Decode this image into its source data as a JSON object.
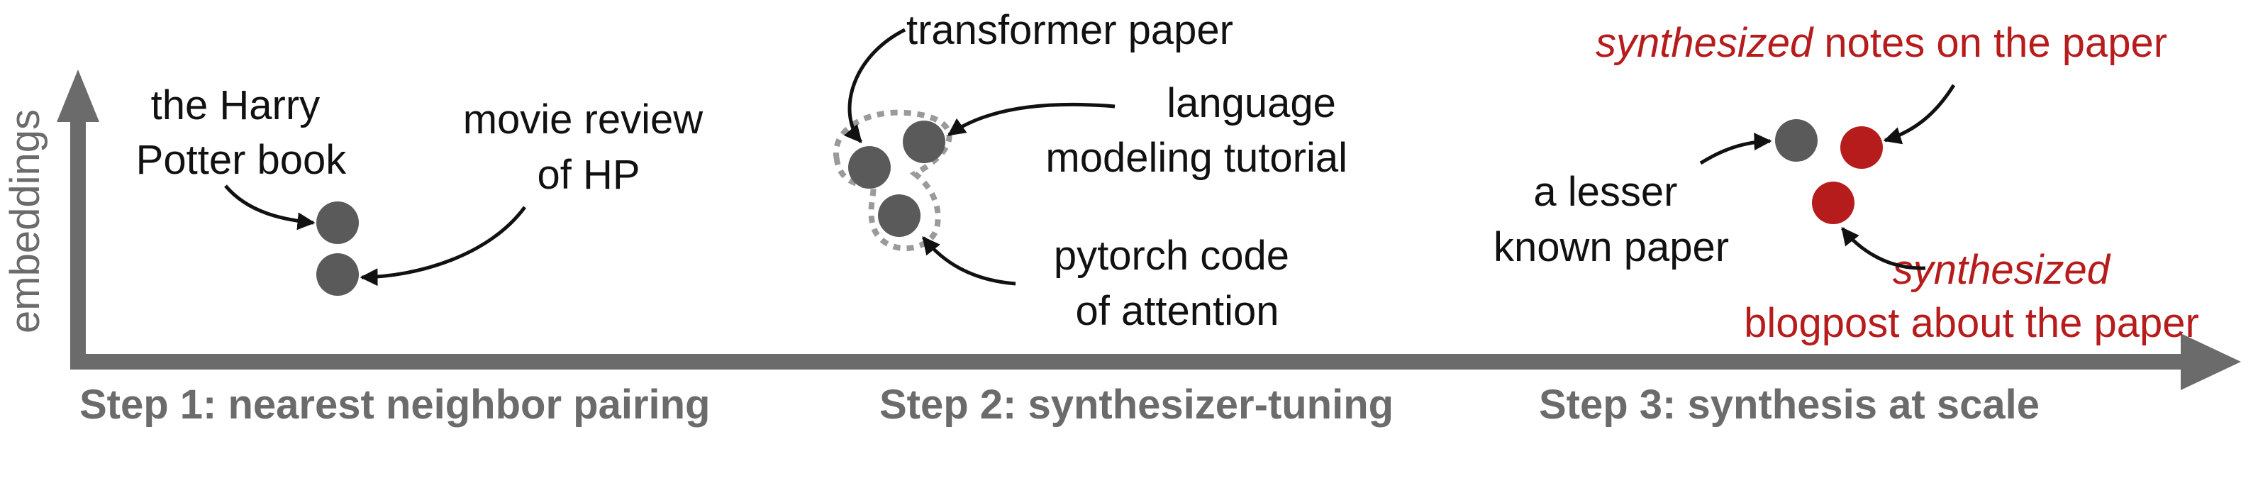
{
  "axes": {
    "y_label": "embeddings",
    "color": "#6b6b6b"
  },
  "steps": [
    {
      "label": "Step 1: nearest neighbor pairing"
    },
    {
      "label": "Step 2: synthesizer-tuning"
    },
    {
      "label": "Step 3: synthesis at scale"
    }
  ],
  "step1": {
    "harry_potter_book": [
      "the Harry",
      "Potter book"
    ],
    "movie_review": [
      "movie review",
      "of HP"
    ]
  },
  "step2": {
    "transformer_paper": [
      "transformer paper"
    ],
    "lm_tutorial": [
      "language",
      "modeling tutorial"
    ],
    "pytorch_code": [
      "pytorch code",
      "of attention"
    ]
  },
  "step3": {
    "notes": {
      "italic": "synthesized",
      "rest": " notes on the paper"
    },
    "lesser_known": [
      "a lesser",
      "known paper"
    ],
    "blogpost": {
      "line1": "synthesized",
      "line2": "blogpost about the paper"
    }
  },
  "colors": {
    "dot_gray": "#5a5a5a",
    "dot_red": "#B71C1C",
    "dashed_group": "#9a9a9a"
  }
}
